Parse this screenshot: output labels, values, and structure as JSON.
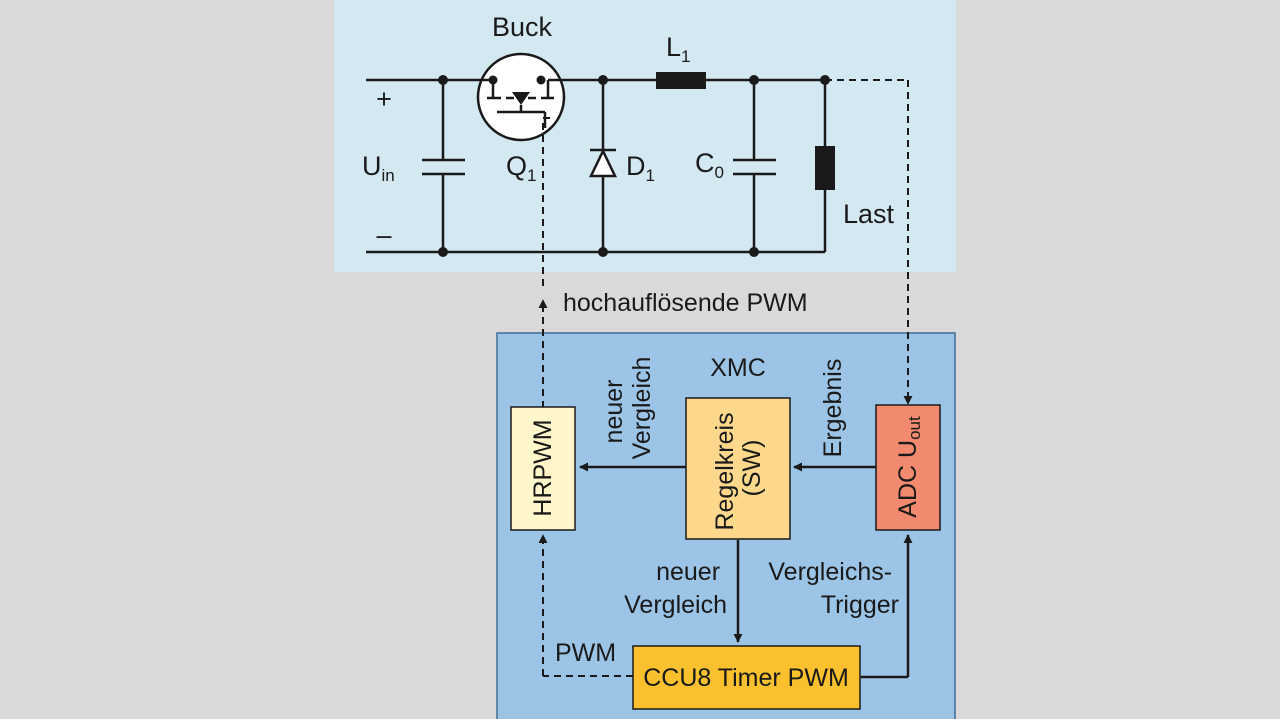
{
  "colors": {
    "background": "#d9d9da",
    "circuit_panel": "#d4e8f2",
    "xmc_panel": "#9cc4e6",
    "hrpwm_block": "#fff6cc",
    "regelkreis_block": "#fdd88c",
    "adc_block": "#f28a6f",
    "ccu8_block": "#fbc02d",
    "wire": "#1a1a1a"
  },
  "circuit": {
    "title": "Buck",
    "plus": "+",
    "minus": "–",
    "uin": {
      "main": "U",
      "sub": "in"
    },
    "q1": {
      "main": "Q",
      "sub": "1"
    },
    "d1": {
      "main": "D",
      "sub": "1"
    },
    "l1": {
      "main": "L",
      "sub": "1"
    },
    "c0": {
      "main": "C",
      "sub": "0"
    },
    "load": "Last"
  },
  "pwm_feedback_label": "hochauflösende PWM",
  "xmc": {
    "title": "XMC",
    "hrpwm": "HRPWM",
    "regelkreis_line1": "Regelkreis",
    "regelkreis_line2": "(SW)",
    "adc": {
      "main": "ADC U",
      "sub": "out"
    },
    "ccu8": "CCU8 Timer PWM",
    "neuer_vergleich_top_line1": "neuer",
    "neuer_vergleich_top_line2": "Vergleich",
    "ergebnis": "Ergebnis",
    "neuer_vergleich_bottom_line1": "neuer",
    "neuer_vergleich_bottom_line2": "Vergleich",
    "vergleichs_trigger_line1": "Vergleichs-",
    "vergleichs_trigger_line2": "Trigger",
    "pwm": "PWM"
  }
}
